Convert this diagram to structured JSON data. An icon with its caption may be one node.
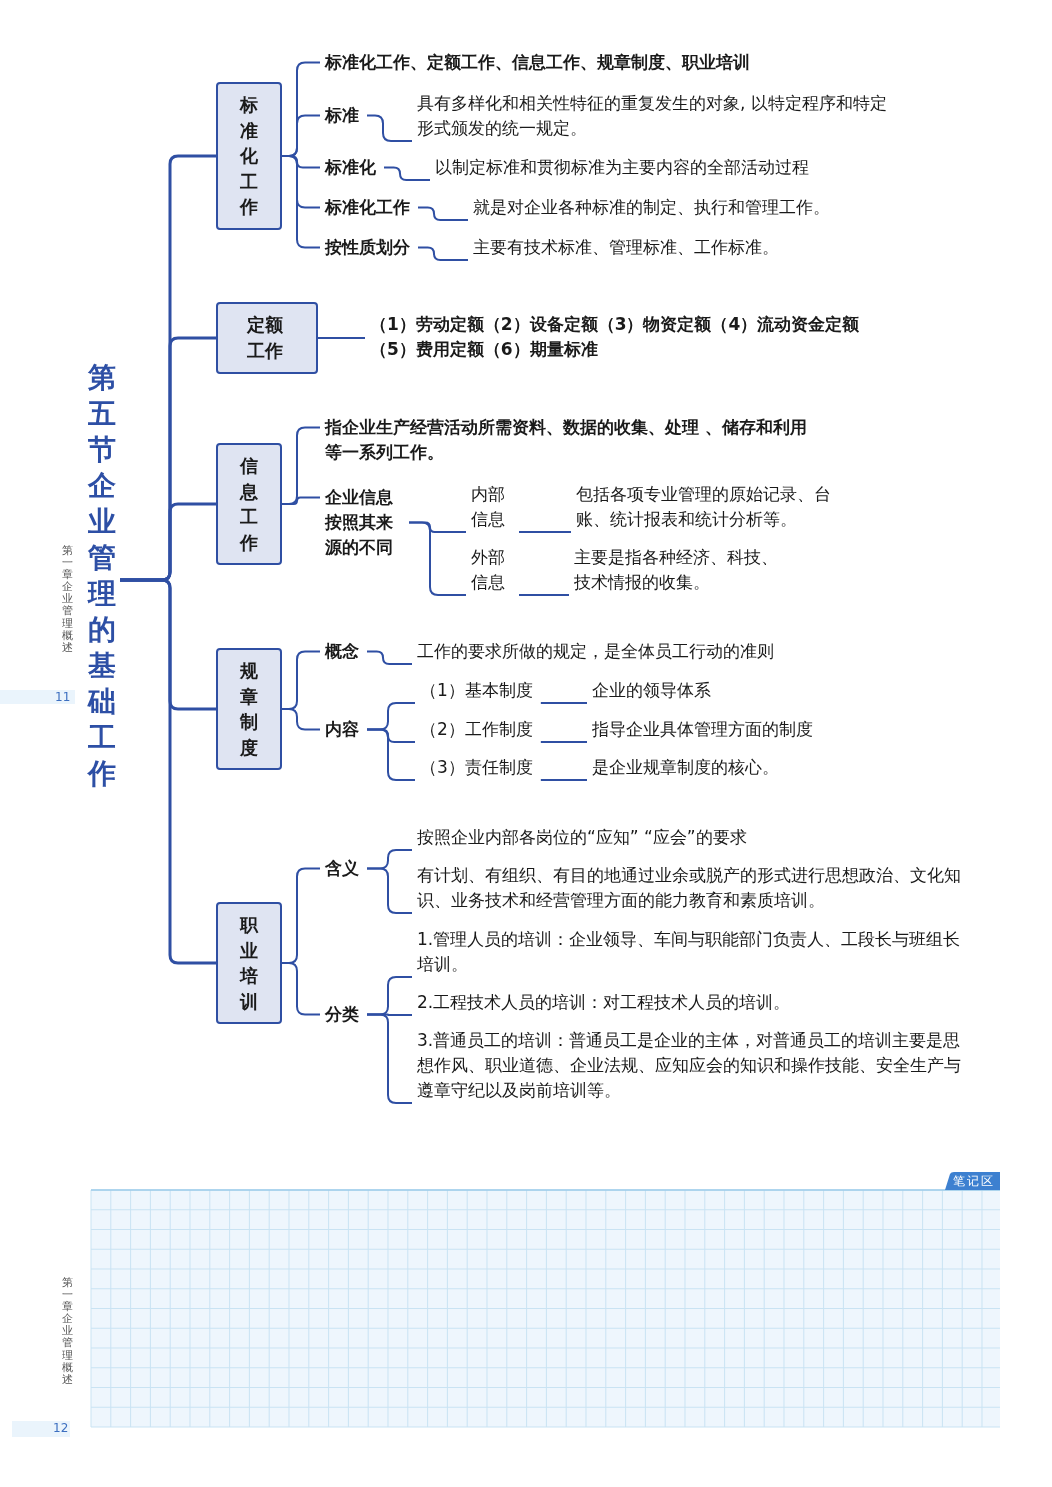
{
  "diagram": {
    "nodes": [
      {
        "text": [
          "第五节企业管理的基础工作"
        ]
      },
      {
        "text": [
          "标准化工作"
        ]
      },
      {
        "text": [
          "标准化工作、定额工作、信息工作、规章制度、职业培训"
        ]
      },
      {
        "text": [
          "标准"
        ]
      },
      {
        "text": [
          "具有多样化和相关性特征的重复发生的对象, 以特定程序和特定形式颁发的统一规定。"
        ]
      },
      {
        "text": [
          "标准化"
        ]
      },
      {
        "text": [
          "以制定标准和贯彻标准为主要内容的全部活动过程"
        ]
      },
      {
        "text": [
          "标准化工作"
        ]
      },
      {
        "text": [
          "就是对企业各种标准的制定、执行和管理工作。"
        ]
      },
      {
        "text": [
          "按性质划分"
        ]
      },
      {
        "text": [
          "主要有技术标准、管理标准、工作标准。"
        ]
      },
      {
        "text": [
          "定额工作"
        ]
      },
      {
        "text": [
          "（1）劳动定额（2）设备定额（3）物资定额（4）流动资金定额（5）费用定额（6）期量标准"
        ]
      },
      {
        "text": [
          "信息工作"
        ]
      },
      {
        "text": [
          "指企业生产经营活动所需资料、数据的收集、处理 、储存和利用等一系列工作。"
        ]
      },
      {
        "text": [
          "企业信息按照其来源的不同"
        ]
      },
      {
        "text": [
          "内部信息"
        ]
      },
      {
        "text": [
          "包括各项专业管理的原始记录、台账、统计报表和统计分析等。"
        ]
      },
      {
        "text": [
          "外部信息"
        ]
      },
      {
        "text": [
          "主要是指各种经济、科技、技术情报的收集。"
        ]
      },
      {
        "text": [
          "规章制度"
        ]
      },
      {
        "text": [
          "概念"
        ]
      },
      {
        "text": [
          "工作的要求所做的规定，是全体员工行动的准则"
        ]
      },
      {
        "text": [
          "内容"
        ]
      },
      {
        "text": [
          "（1）基本制度"
        ]
      },
      {
        "text": [
          "企业的领导体系"
        ]
      },
      {
        "text": [
          "（2）工作制度"
        ]
      },
      {
        "text": [
          "指导企业具体管理方面的制度"
        ]
      },
      {
        "text": [
          "（3）责任制度"
        ]
      },
      {
        "text": [
          "是企业规章制度的核心。"
        ]
      },
      {
        "text": [
          "职业培训"
        ]
      },
      {
        "text": [
          "含义"
        ]
      },
      {
        "text": [
          "按照企业内部各岗位的“应知” “应会”的要求"
        ]
      },
      {
        "text": [
          "有计划、有组织、有目的地通过业余或脱产的形式进行思想政治、文化知识、业务技术和经营管理方面的能力教育和素质培训。"
        ]
      },
      {
        "text": [
          "分类"
        ]
      },
      {
        "text": [
          "1.管理人员的培训：企业领导、车间与职能部门负责人、工段长与班组长培训。"
        ]
      },
      {
        "text": [
          "2.工程技术人员的培训：对工程技术人员的培训。"
        ]
      },
      {
        "text": [
          "3.普通员工的培训：普通员工是企业的主体，对普通员工的培训主要是思想作风、职业道德、企业法规、应知应会的知识和操作技能、安全生产与遵章守纪以及岗前培训等。"
        ]
      }
    ],
    "edges": [
      {
        "from": 0,
        "to": 1,
        "arrow": "none"
      },
      {
        "from": 0,
        "to": 11,
        "arrow": "none"
      },
      {
        "from": 0,
        "to": 13,
        "arrow": "none"
      },
      {
        "from": 0,
        "to": 20,
        "arrow": "none"
      },
      {
        "from": 0,
        "to": 30,
        "arrow": "none"
      },
      {
        "from": 1,
        "to": 2,
        "arrow": "none"
      },
      {
        "from": 1,
        "to": 3,
        "arrow": "none"
      },
      {
        "from": 1,
        "to": 5,
        "arrow": "none"
      },
      {
        "from": 1,
        "to": 7,
        "arrow": "none"
      },
      {
        "from": 1,
        "to": 9,
        "arrow": "none"
      },
      {
        "from": 3,
        "to": 4,
        "arrow": "none"
      },
      {
        "from": 5,
        "to": 6,
        "arrow": "none"
      },
      {
        "from": 7,
        "to": 8,
        "arrow": "none"
      },
      {
        "from": 9,
        "to": 10,
        "arrow": "none"
      },
      {
        "from": 11,
        "to": 12,
        "arrow": "none"
      },
      {
        "from": 13,
        "to": 14,
        "arrow": "none"
      },
      {
        "from": 13,
        "to": 15,
        "arrow": "none"
      },
      {
        "from": 15,
        "to": 16,
        "arrow": "none"
      },
      {
        "from": 15,
        "to": 18,
        "arrow": "none"
      },
      {
        "from": 16,
        "to": 17,
        "arrow": "none"
      },
      {
        "from": 18,
        "to": 19,
        "arrow": "none"
      },
      {
        "from": 20,
        "to": 21,
        "arrow": "none"
      },
      {
        "from": 20,
        "to": 23,
        "arrow": "none"
      },
      {
        "from": 21,
        "to": 22,
        "arrow": "none"
      },
      {
        "from": 23,
        "to": 24,
        "arrow": "none"
      },
      {
        "from": 23,
        "to": 26,
        "arrow": "none"
      },
      {
        "from": 23,
        "to": 28,
        "arrow": "none"
      },
      {
        "from": 24,
        "to": 25,
        "arrow": "none"
      },
      {
        "from": 26,
        "to": 27,
        "arrow": "none"
      },
      {
        "from": 28,
        "to": 29,
        "arrow": "none"
      },
      {
        "from": 30,
        "to": 31,
        "arrow": "none"
      },
      {
        "from": 30,
        "to": 34,
        "arrow": "none"
      },
      {
        "from": 31,
        "to": 32,
        "arrow": "none"
      },
      {
        "from": 31,
        "to": 33,
        "arrow": "none"
      },
      {
        "from": 34,
        "to": 35,
        "arrow": "none"
      },
      {
        "from": 34,
        "to": 36,
        "arrow": "none"
      },
      {
        "from": 34,
        "to": 37,
        "arrow": "none"
      }
    ],
    "labels": [
      "第一章企业管理概述",
      "11",
      "第一章企业管理概述",
      "12",
      "笔记区"
    ]
  }
}
